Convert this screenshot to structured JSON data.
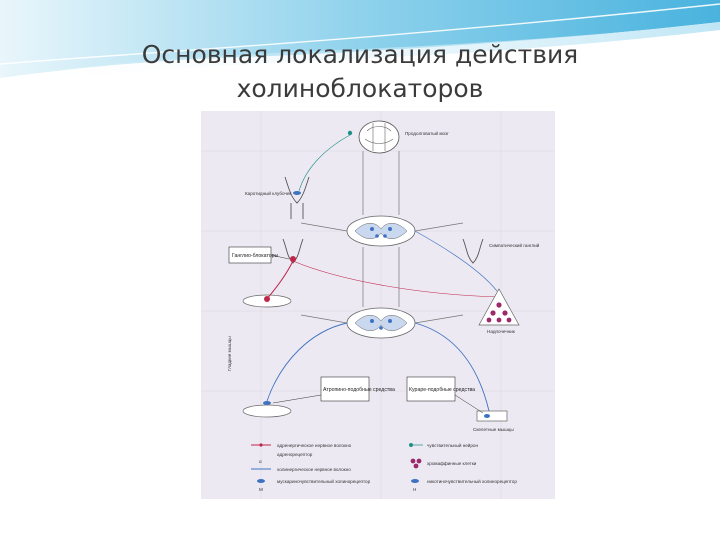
{
  "slide": {
    "title_line1": "Основная локализация действия",
    "title_line2": "холиноблокаторов"
  },
  "figure": {
    "labels": {
      "spinal_cord": "Продолговатый мозг",
      "carotid_body": "Каротидный клубочек",
      "ganglion_blockers": "Ганглио-блокаторы",
      "sympathetic_ganglion": "Симпатический ганглий",
      "adrenal": "Надпочечник",
      "smooth_muscle": "Гладкие мышцы",
      "atropine_like": "Атропино-подобные средства",
      "curare_like": "Курарe-подобные средства",
      "skeletal_muscle": "Скелетные мышцы"
    },
    "legend": [
      "адренергическое нервное волокно",
      "адренорецептор",
      "холинергическое нервное волокно",
      "мускариночувствительный холинорецептор",
      "чувствительный нейрон",
      "хромаффинные клетки",
      "никотиночувствительный холинорецептор"
    ],
    "legend_marks": [
      "α",
      "M",
      "H"
    ],
    "colors": {
      "blue": "#3f73c2",
      "red": "#c0264a",
      "magenta": "#9c2a6a",
      "teal": "#1f8f86",
      "bg": "#ece9f2"
    }
  }
}
